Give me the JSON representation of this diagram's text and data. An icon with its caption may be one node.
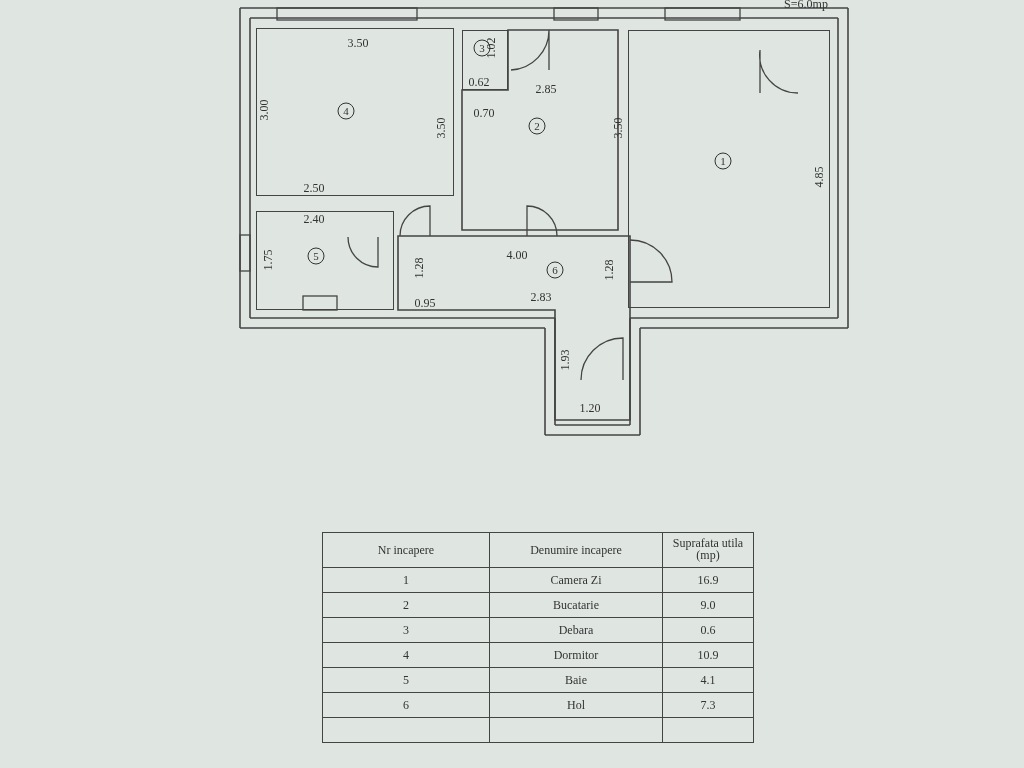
{
  "diagram": {
    "nodes": [
      {
        "text": [
          "4"
        ]
      },
      {
        "text": [
          "3"
        ]
      },
      {
        "text": [
          "2"
        ]
      },
      {
        "text": [
          "1"
        ]
      },
      {
        "text": [
          "5"
        ]
      },
      {
        "text": [
          "6"
        ]
      }
    ],
    "labels": [
      "S=6.0mp",
      "3.50",
      "1.02",
      "0.62",
      "2.85",
      "3.00",
      "3.50",
      "0.70",
      "3.50",
      "4.85",
      "2.50",
      "2.40",
      "1.75",
      "4.00",
      "1.28",
      "1.28",
      "0.95",
      "2.83",
      "1.93",
      "1.20",
      "Nr incapere",
      "Denumire incapere",
      "Suprafata utila (mp)",
      "1",
      "Camera Zi",
      "16.9",
      "2",
      "Bucatarie",
      "9.0",
      "3",
      "Debara",
      "0.6",
      "4",
      "Dormitor",
      "10.9",
      "5",
      "Baie",
      "4.1",
      "6",
      "Hol",
      "7.3"
    ]
  }
}
